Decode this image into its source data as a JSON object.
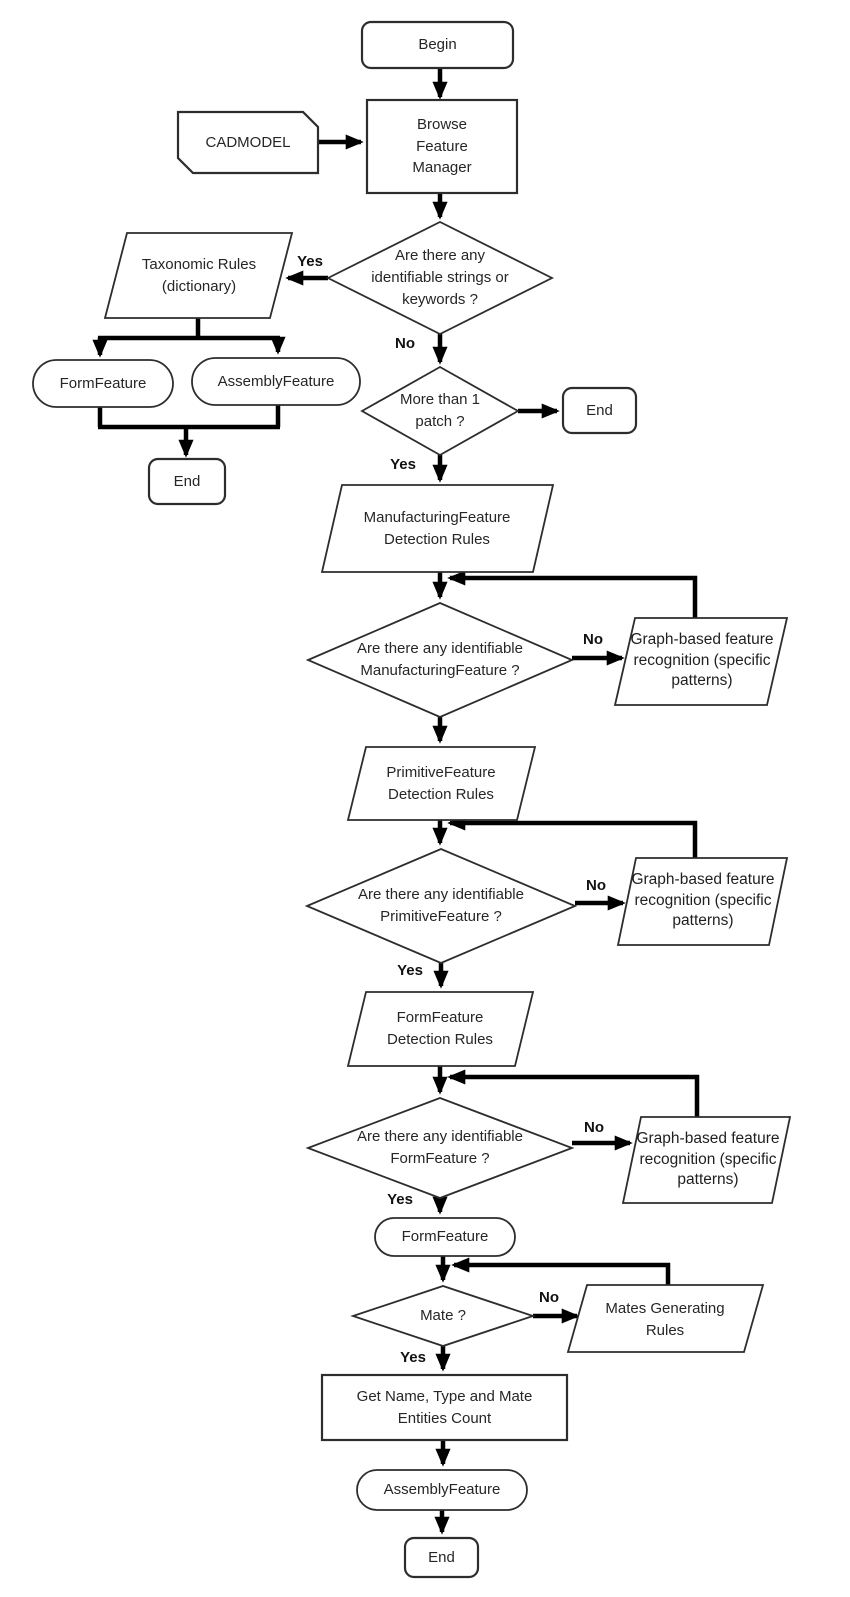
{
  "diagram": {
    "type": "flowchart",
    "colors": {
      "background": "#ffffff",
      "shape_fill": "#ffffff",
      "shape_border": "#2d2d2d",
      "connector": "#000000",
      "text": "#262626"
    },
    "nodes": {
      "begin": {
        "shape": "terminator",
        "label": "Begin"
      },
      "cadmodel": {
        "shape": "card",
        "label": "CADMODEL"
      },
      "browse": {
        "shape": "process",
        "label": "Browse Feature Manager"
      },
      "strings_decision": {
        "shape": "decision",
        "label": "Are there any identifiable strings or keywords ?"
      },
      "taxonomic": {
        "shape": "parallelogram",
        "label": "Taxonomic Rules (dictionary)"
      },
      "form_feature_left": {
        "shape": "stadium",
        "label": "FormFeature"
      },
      "assembly_feature_left": {
        "shape": "stadium",
        "label": "AssemblyFeature"
      },
      "end_left": {
        "shape": "terminator",
        "label": "End"
      },
      "patch_decision": {
        "shape": "decision",
        "label": "More than 1 patch ?"
      },
      "end_right": {
        "shape": "terminator",
        "label": "End"
      },
      "mf_detection_rules": {
        "shape": "parallelogram",
        "label": "ManufacturingFeature Detection Rules"
      },
      "mf_decision": {
        "shape": "decision",
        "label": "Are there any identifiable ManufacturingFeature ?"
      },
      "graph_recognition_1": {
        "shape": "parallelogram",
        "label": "Graph-based feature recognition (specific patterns)"
      },
      "pf_detection_rules": {
        "shape": "parallelogram",
        "label": "PrimitiveFeature Detection Rules"
      },
      "pf_decision": {
        "shape": "decision",
        "label": "Are there any identifiable PrimitiveFeature ?"
      },
      "graph_recognition_2": {
        "shape": "parallelogram",
        "label": "Graph-based feature recognition (specific patterns)"
      },
      "ff_detection_rules": {
        "shape": "parallelogram",
        "label": "FormFeature Detection Rules"
      },
      "ff_decision": {
        "shape": "decision",
        "label": "Are there any identifiable FormFeature ?"
      },
      "graph_recognition_3": {
        "shape": "parallelogram",
        "label": "Graph-based feature recognition (specific patterns)"
      },
      "form_feature": {
        "shape": "stadium",
        "label": "FormFeature"
      },
      "mate_decision": {
        "shape": "decision",
        "label": "Mate ?"
      },
      "mates_rules": {
        "shape": "parallelogram",
        "label": "Mates Generating Rules"
      },
      "get_name": {
        "shape": "process",
        "label": "Get Name, Type and Mate Entities Count"
      },
      "assembly_feature": {
        "shape": "stadium",
        "label": "AssemblyFeature"
      },
      "end_bottom": {
        "shape": "terminator",
        "label": "End"
      }
    },
    "edge_labels": {
      "strings_yes": "Yes",
      "strings_no": "No",
      "patch_yes": "Yes",
      "mf_no": "No",
      "pf_no": "No",
      "pf_yes": "Yes",
      "ff_no": "No",
      "ff_yes": "Yes",
      "mate_no": "No",
      "mate_yes": "Yes"
    }
  }
}
